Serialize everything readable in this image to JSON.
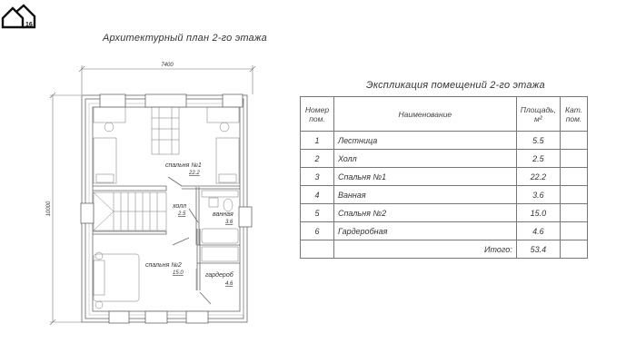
{
  "logo": {
    "text": "16"
  },
  "plan": {
    "title": "Архитектурный план 2-го этажа",
    "width_dim": "7400",
    "height_dim": "10000",
    "rooms": [
      {
        "name": "спальня №1",
        "area": "22.2"
      },
      {
        "name": "холл",
        "area": "2.5"
      },
      {
        "name": "ванная",
        "area": "3.6"
      },
      {
        "name": "спальня №2",
        "area": "15.0"
      },
      {
        "name": "гардероб",
        "area": "4.6"
      }
    ]
  },
  "explication": {
    "title": "Экспликация помещений 2-го этажа",
    "headers": {
      "num": "Номер пом.",
      "name": "Наименование",
      "area": "Площадь, м²",
      "cat": "Кат. пом."
    },
    "rows": [
      {
        "num": "1",
        "name": "Лестница",
        "area": "5.5",
        "cat": ""
      },
      {
        "num": "2",
        "name": "Холл",
        "area": "2.5",
        "cat": ""
      },
      {
        "num": "3",
        "name": "Спальня №1",
        "area": "22.2",
        "cat": ""
      },
      {
        "num": "4",
        "name": "Ванная",
        "area": "3.6",
        "cat": ""
      },
      {
        "num": "5",
        "name": "Спальня №2",
        "area": "15.0",
        "cat": ""
      },
      {
        "num": "6",
        "name": "Гардеробная",
        "area": "4.6",
        "cat": ""
      }
    ],
    "total_label": "Итого:",
    "total_value": "53.4"
  }
}
